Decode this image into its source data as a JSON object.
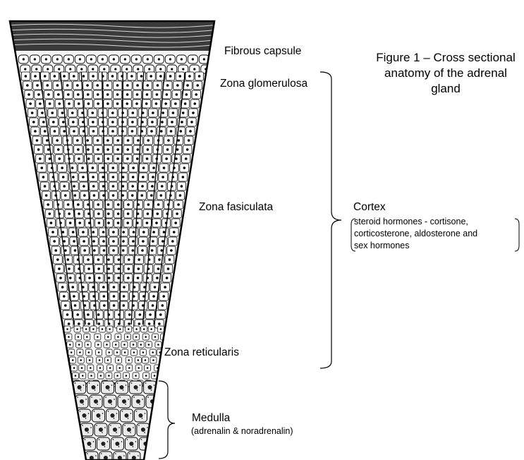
{
  "figure_title": {
    "line1": "Figure 1 – Cross sectional",
    "line2": "anatomy of the adrenal",
    "line3": "gland"
  },
  "labels": {
    "fibrous_capsule": "Fibrous capsule",
    "zona_glomerulosa": "Zona glomerulosa",
    "zona_fasiculata": "Zona fasiculata",
    "zona_reticularis": "Zona reticularis",
    "medulla": "Medulla",
    "medulla_note": "(adrenalin & noradrenalin)",
    "cortex": "Cortex",
    "cortex_note_line1": "steroid hormones  - cortisone,",
    "cortex_note_line2": "corticosterone, aldosterone and",
    "cortex_note_line3": "sex hormones"
  }
}
